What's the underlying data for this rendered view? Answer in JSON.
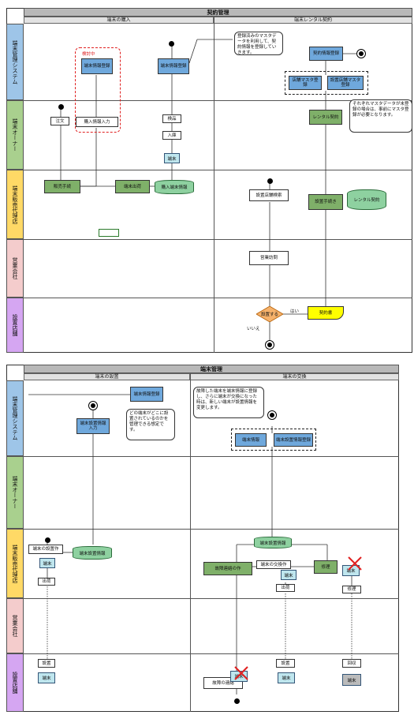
{
  "top": {
    "title": "契約管理",
    "col1": "端末の購入",
    "col2": "端末レンタル契約",
    "lanes": [
      "端末管理システム",
      "端末オーナー",
      "端末販売代理店",
      "営業会社",
      "設置店舗"
    ],
    "nodes": {
      "review_tag": "検討中",
      "reg_info1": "端末情報登録",
      "reg_info2": "端末情報登録",
      "reg_info3": "契約情報登録",
      "order": "注文",
      "purchase_input": "購入情報入力",
      "inspect": "検品",
      "stock": "入庫",
      "terminal": "端末",
      "sale_proc": "販売手続",
      "ship": "端末出荷",
      "purchase_db": "購入端末情報",
      "rental_contract": "レンタル契約",
      "store_search": "設置店舗検索",
      "master_store": "店舗マスタ登録",
      "master_place": "設置店舗マスタ登録",
      "install_proc": "設置手続き",
      "rental_db": "レンタル契約",
      "visit": "営業訪問",
      "decide": "設置する",
      "no": "いいえ",
      "yes": "はい",
      "contract_doc": "契約書"
    },
    "callout1": "登録済みのマスタデータを利用して、契約情報を登録していきます。",
    "callout2": "それぞれマスタデータが未登録の場合は、事前にマスタ登録が必要となります。"
  },
  "bottom": {
    "title": "端末管理",
    "col1": "端末の設置",
    "col2": "端末の交換",
    "lanes": [
      "端末管理システム",
      "端末オーナー",
      "端末販売代理店",
      "営業会社",
      "設置店舗"
    ],
    "nodes": {
      "reg_info": "端末情報登録",
      "input_info": "端末設置情報入力",
      "terminal_reg": "端末情報",
      "replace_reg": "端末設置情報登録",
      "install_task": "端末の設置作",
      "terminal": "端末",
      "install_db": "端末設置情報",
      "depart1": "出荷",
      "install_db2": "端末設置情報",
      "fault_report": "故障連絡の作",
      "replace_task": "端末の交換作",
      "terminal2": "端末",
      "depart2": "出荷",
      "repair": "修理",
      "terminal3": "端末",
      "return": "修理",
      "install": "設置",
      "terminal4": "端末",
      "fault_contact": "故障の連絡",
      "terminal5": "端末",
      "install2": "設置",
      "terminal6": "端末",
      "collect": "回収",
      "terminal7": "端末"
    },
    "callout1": "どの端末がどこに設置されているのかを管理できる想定です。",
    "callout2": "故障した端末を端末情報に登録し、さらに端末が交換になった時は、新しい端末が設置情報を変更します。"
  }
}
